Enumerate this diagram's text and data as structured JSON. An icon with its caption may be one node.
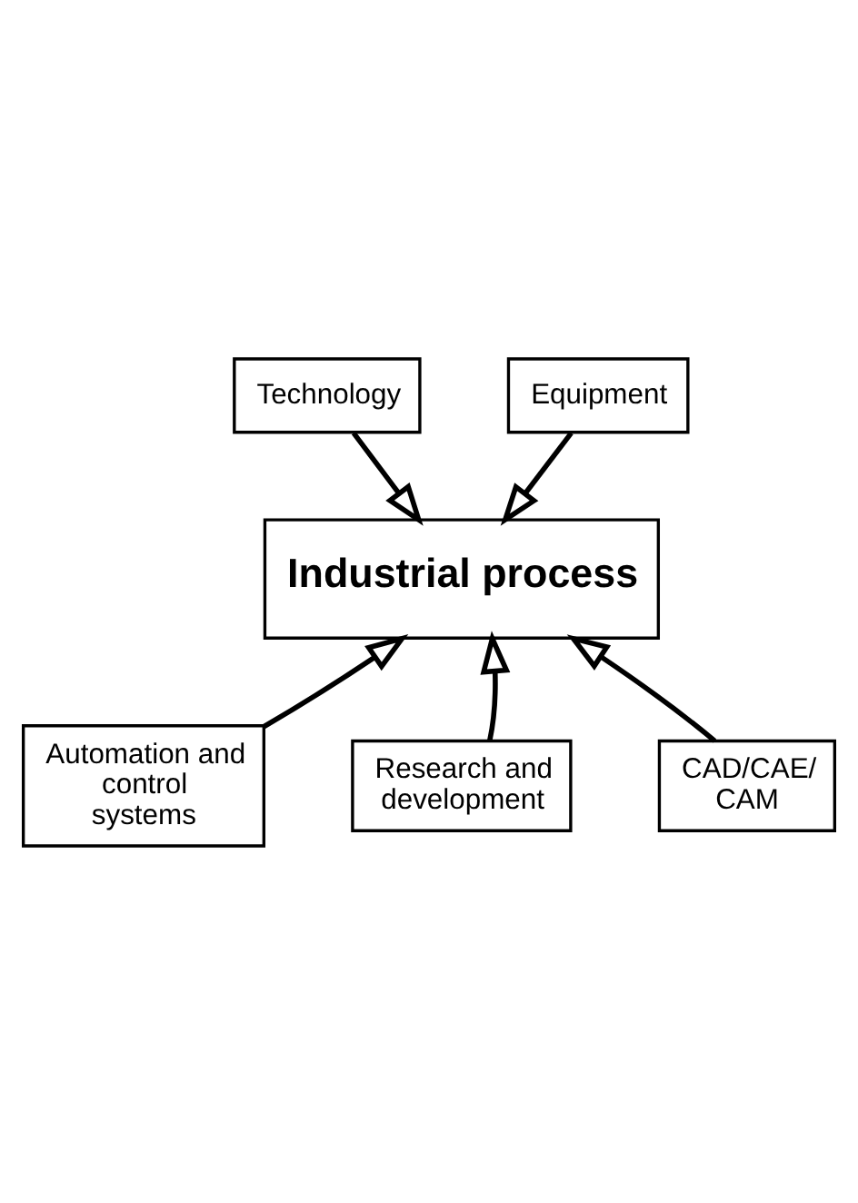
{
  "diagram": {
    "nodes": [
      {
        "text": [
          "Technology"
        ]
      },
      {
        "text": [
          "Equipment"
        ]
      },
      {
        "text": [
          "Industrial process"
        ]
      },
      {
        "text": [
          "Automation and control systems"
        ]
      },
      {
        "text": [
          "Research and development"
        ]
      },
      {
        "text": [
          "CAD/CAE/ CAM"
        ]
      }
    ],
    "edges": [
      {
        "from": 0,
        "to": 2,
        "arrow": "to"
      },
      {
        "from": 1,
        "to": 2,
        "arrow": "to"
      },
      {
        "from": 3,
        "to": 2,
        "arrow": "to"
      },
      {
        "from": 4,
        "to": 2,
        "arrow": "to"
      },
      {
        "from": 5,
        "to": 2,
        "arrow": "to"
      }
    ]
  }
}
